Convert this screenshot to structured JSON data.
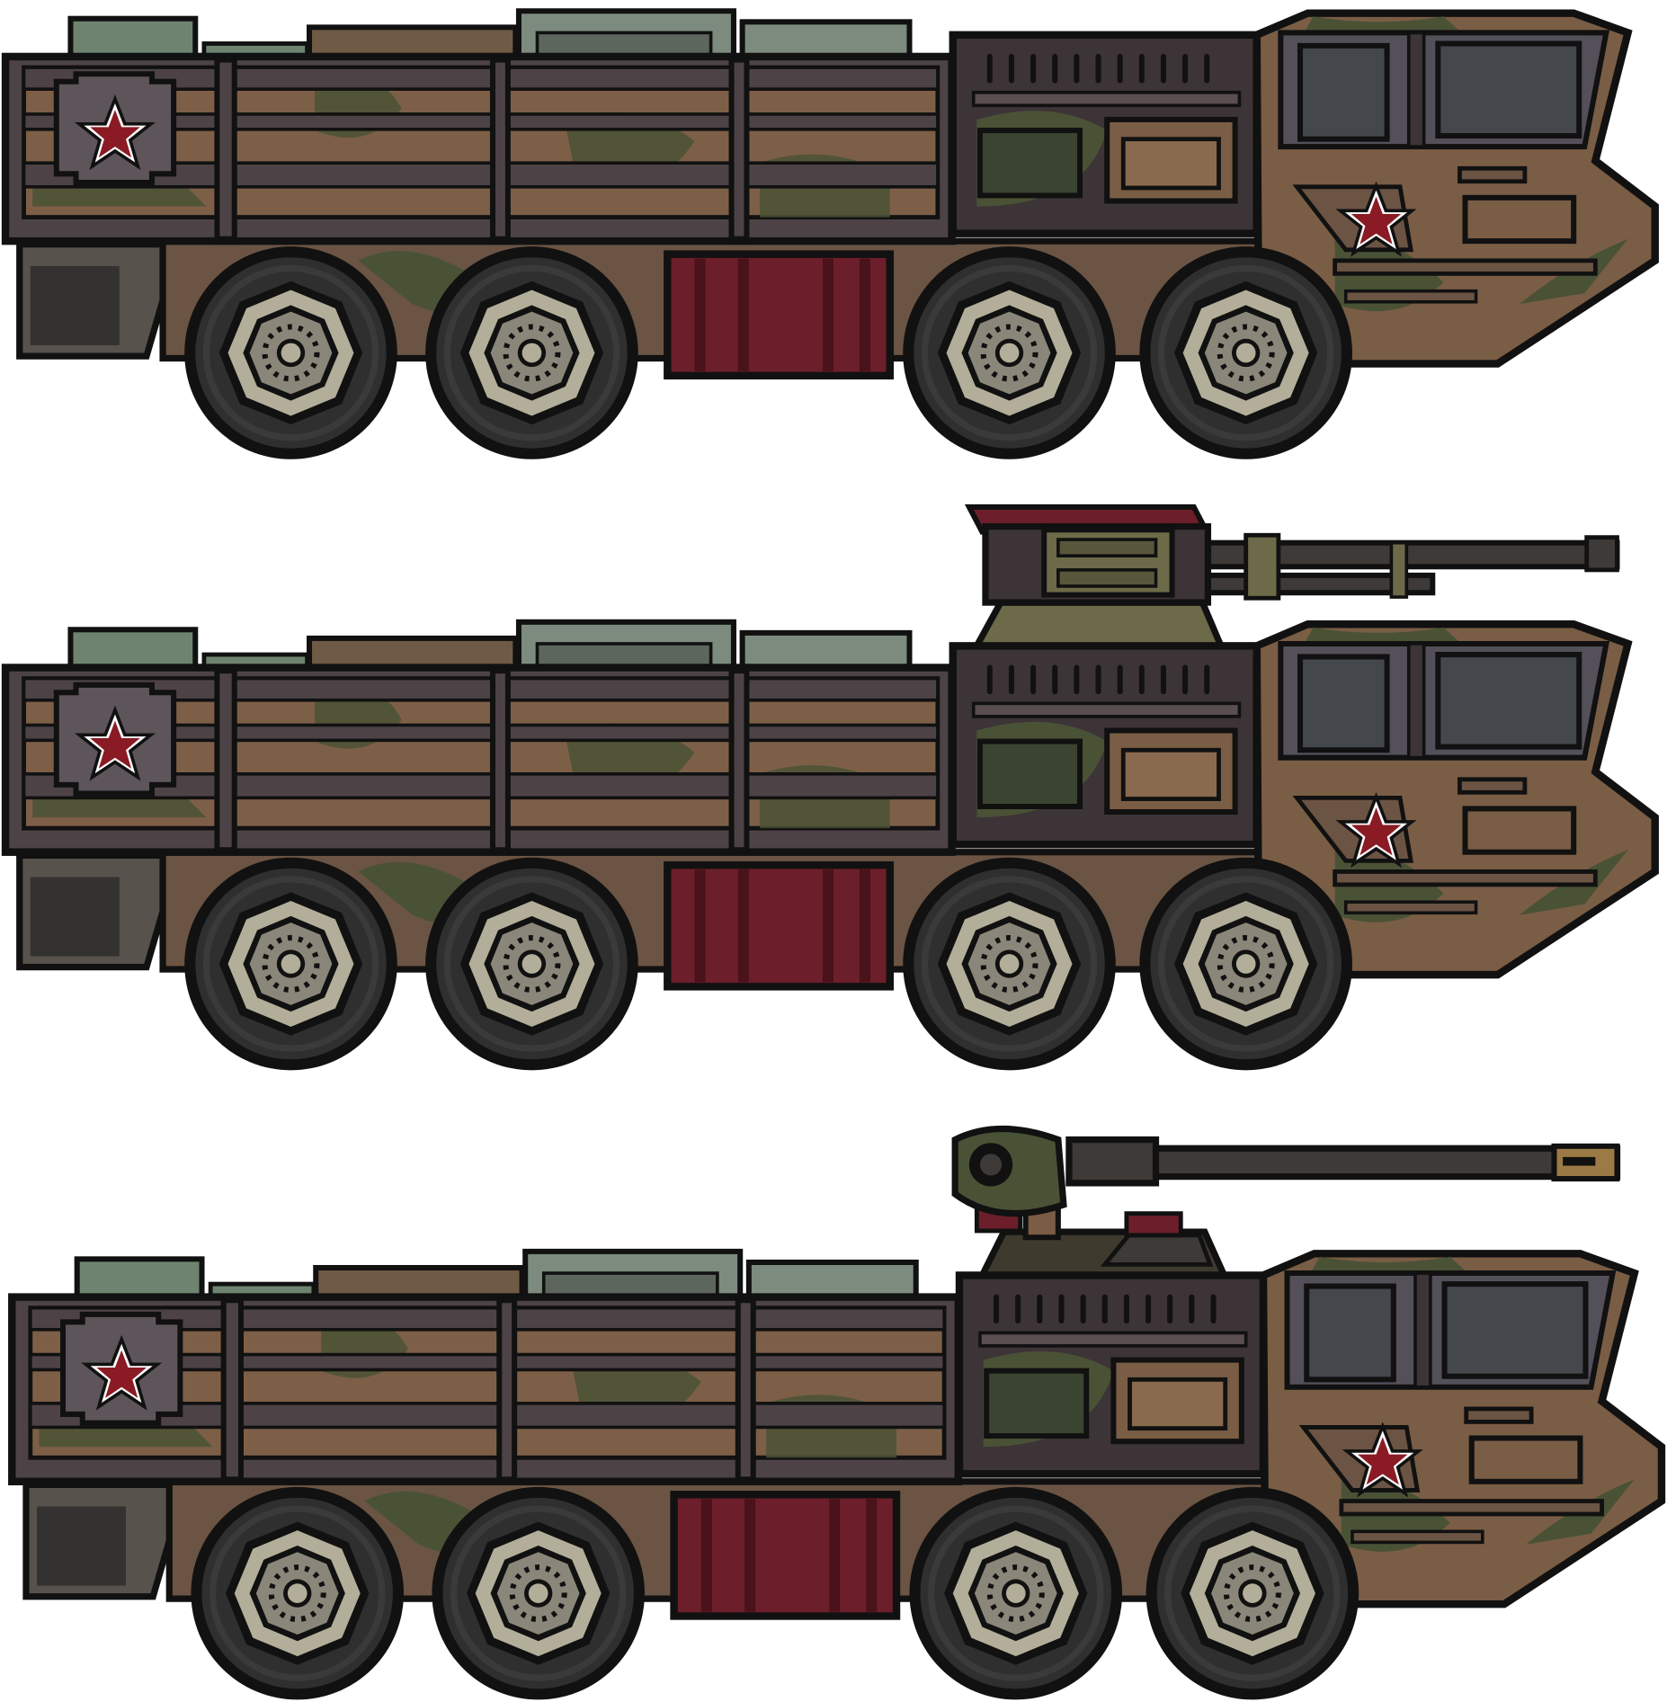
{
  "scene": {
    "title": "",
    "vehicles": [
      {
        "variant": "cargo-truck",
        "weapon": "none"
      },
      {
        "variant": "twin-cannon-truck",
        "weapon": "twin-barrel-turret"
      },
      {
        "variant": "howitzer-truck",
        "weapon": "long-barrel-gun"
      }
    ],
    "wheel_count_per_vehicle": 4
  },
  "colors": {
    "outline": "#111111",
    "bed_frame": "#4d4347",
    "bed_slats": "#7d5f47",
    "camo_green": "#4a5236",
    "chassis_brown": "#6b5443",
    "cab_brown": "#7a5d45",
    "engine_dark": "#3d3437",
    "window": "#44474c",
    "fuel_tank_red": "#6c1f2a",
    "star_red": "#8a1a24",
    "crate_green": "#6e8470",
    "crate_gray": "#7d8b7e",
    "tire": "#2f2f2f",
    "rim": "#b3ae99",
    "turret_olive": "#6c6a48"
  }
}
